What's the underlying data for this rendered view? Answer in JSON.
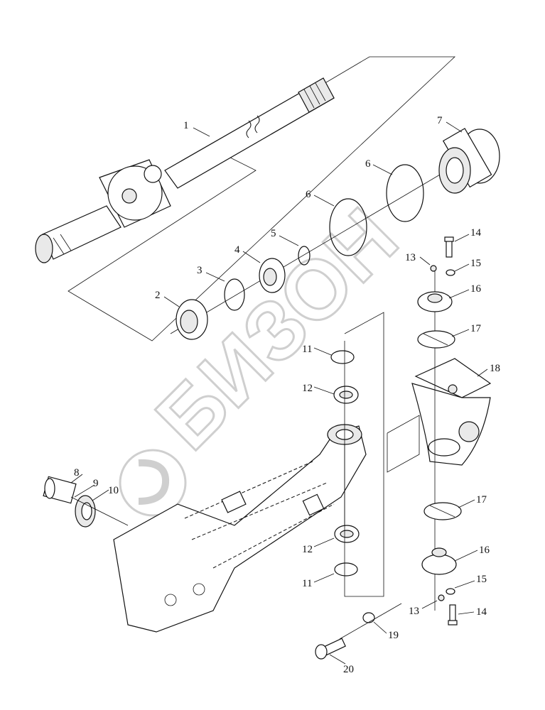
{
  "watermark": {
    "text": "БИЗОН",
    "color": "#cfcfcf"
  },
  "callouts": [
    {
      "id": "c1",
      "label": "1"
    },
    {
      "id": "c2",
      "label": "2"
    },
    {
      "id": "c3",
      "label": "3"
    },
    {
      "id": "c4",
      "label": "4"
    },
    {
      "id": "c5",
      "label": "5"
    },
    {
      "id": "c6a",
      "label": "6"
    },
    {
      "id": "c6b",
      "label": "6"
    },
    {
      "id": "c7",
      "label": "7"
    },
    {
      "id": "c8",
      "label": "8"
    },
    {
      "id": "c9",
      "label": "9"
    },
    {
      "id": "c10",
      "label": "10"
    },
    {
      "id": "c11a",
      "label": "11"
    },
    {
      "id": "c11b",
      "label": "11"
    },
    {
      "id": "c12a",
      "label": "12"
    },
    {
      "id": "c12b",
      "label": "12"
    },
    {
      "id": "c13a",
      "label": "13"
    },
    {
      "id": "c13b",
      "label": "13"
    },
    {
      "id": "c14a",
      "label": "14"
    },
    {
      "id": "c14b",
      "label": "14"
    },
    {
      "id": "c15a",
      "label": "15"
    },
    {
      "id": "c15b",
      "label": "15"
    },
    {
      "id": "c16a",
      "label": "16"
    },
    {
      "id": "c16b",
      "label": "16"
    },
    {
      "id": "c17a",
      "label": "17"
    },
    {
      "id": "c17b",
      "label": "17"
    },
    {
      "id": "c18",
      "label": "18"
    },
    {
      "id": "c19",
      "label": "19"
    },
    {
      "id": "c20",
      "label": "20"
    }
  ]
}
